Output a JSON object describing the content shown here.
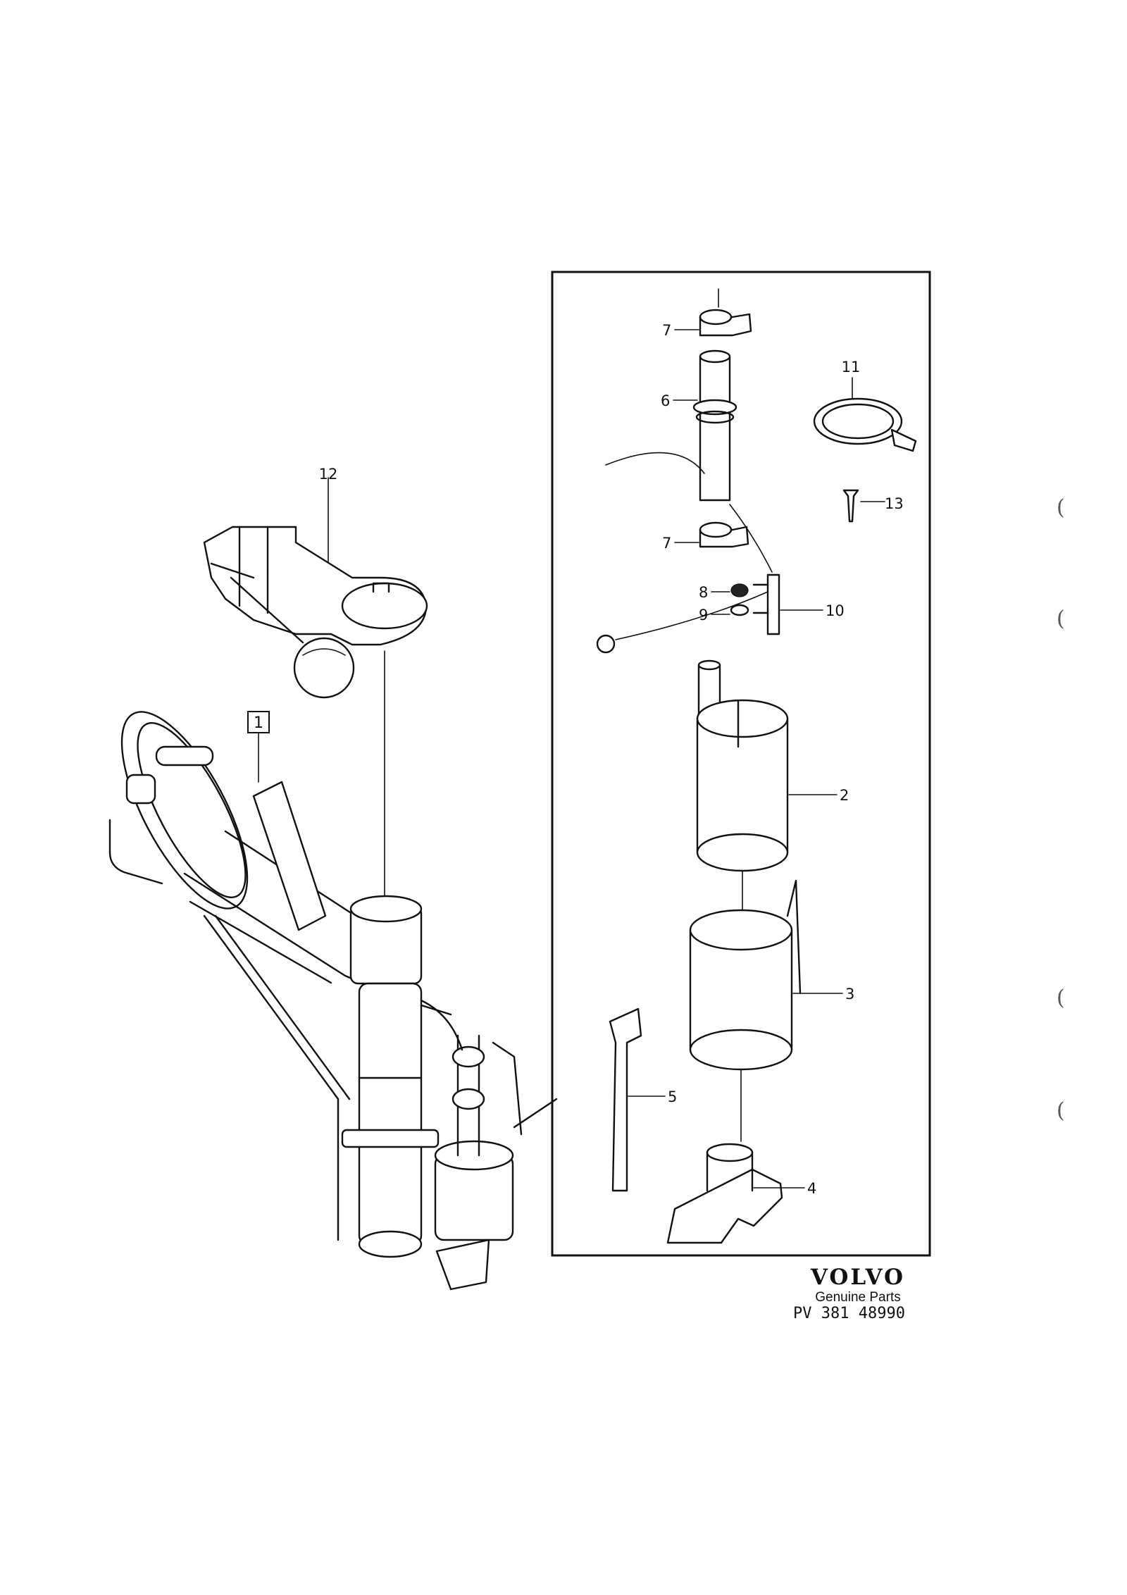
{
  "diagram": {
    "callouts": {
      "c1": "1",
      "c2": "2",
      "c3": "3",
      "c4": "4",
      "c5": "5",
      "c6": "6",
      "c7a": "7",
      "c7b": "7",
      "c8": "8",
      "c9": "9",
      "c10": "10",
      "c11": "11",
      "c12": "12",
      "c13": "13"
    },
    "margin_marks": [
      "(",
      "(",
      "(",
      "("
    ]
  },
  "branding": {
    "logo": "VOLVO",
    "tagline": "Genuine Parts",
    "code": "PV 381  48990"
  }
}
